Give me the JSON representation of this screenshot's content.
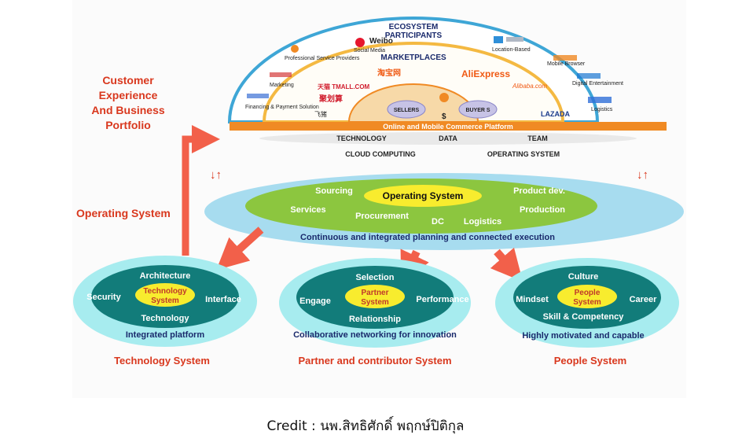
{
  "left_labels": {
    "customer_line1": "Customer",
    "customer_line2": "Experience",
    "customer_line3": "And Business",
    "customer_line4": "Portfolio",
    "operating": "Operating System"
  },
  "dome": {
    "ecosystem_line1": "ECOSYSTEM",
    "ecosystem_line2": "PARTICIPANTS",
    "marketplaces": "MARKETPLACES",
    "participants": [
      {
        "icon": "weibo-icon",
        "name": "Weibo",
        "caption": "Social Media"
      },
      {
        "icon": "map-icon",
        "name": "",
        "caption": "Location-Based"
      },
      {
        "icon": "uc-icon",
        "name": "",
        "caption": "Mobile Browser"
      },
      {
        "icon": "youku-icon",
        "name": "",
        "caption": "Digital Entertainment"
      },
      {
        "icon": "cainiao-icon",
        "name": "",
        "caption": "Logistics"
      },
      {
        "icon": "sp-icon",
        "name": "",
        "caption": "Professional Service Providers"
      },
      {
        "icon": "marketing-icon",
        "name": "",
        "caption": "Marketing"
      },
      {
        "icon": "finance-icon",
        "name": "",
        "caption": "Financing & Payment Solution"
      }
    ],
    "marketplace_logos": [
      "淘宝网",
      "AliExpress",
      "天猫 TMALL.COM",
      "Alibaba.com",
      "聚划算",
      "LAZADA",
      "飞猪"
    ],
    "sellers": "SELLERS",
    "buyers": "BUYER S",
    "dollar": "$",
    "platform": "Online and Mobile Commerce Platform",
    "row1": [
      "TECHNOLOGY",
      "DATA",
      "TEAM"
    ],
    "row2": [
      "CLOUD COMPUTING",
      "OPERATING SYSTEM"
    ]
  },
  "updown": "↓↑",
  "operating_system": {
    "core": "Operating System",
    "items": [
      "Sourcing",
      "Product dev.",
      "Services",
      "Procurement",
      "Production",
      "DC",
      "Logistics"
    ],
    "caption": "Continuous and integrated planning and connected execution"
  },
  "systems": [
    {
      "core_line1": "Technology",
      "core_line2": "System",
      "top": "Architecture",
      "left": "Security",
      "right": "Interface",
      "bottom": "Technology",
      "caption": "Integrated platform",
      "title": "Technology System"
    },
    {
      "core_line1": "Partner",
      "core_line2": "System",
      "top": "Selection",
      "left": "Engage",
      "right": "Performance",
      "bottom": "Relationship",
      "caption": "Collaborative networking for innovation",
      "title": "Partner and contributor System"
    },
    {
      "core_line1": "People",
      "core_line2": "System",
      "top": "Culture",
      "left": "Mindset",
      "right": "Career",
      "bottom": "Skill & Competency",
      "caption": "Highly motivated and capable",
      "title": "People System"
    }
  ],
  "credit": "Credit : นพ.สิทธิศักดิ์ พฤกษ์ปิติกุล",
  "colors": {
    "red": "#d9381e",
    "arrow": "#f2604a",
    "teal": "#127c7a",
    "lightblue": "#a7dcef",
    "green": "#8cc63f",
    "yellow": "#f8ec2e",
    "orange": "#f08a24"
  }
}
